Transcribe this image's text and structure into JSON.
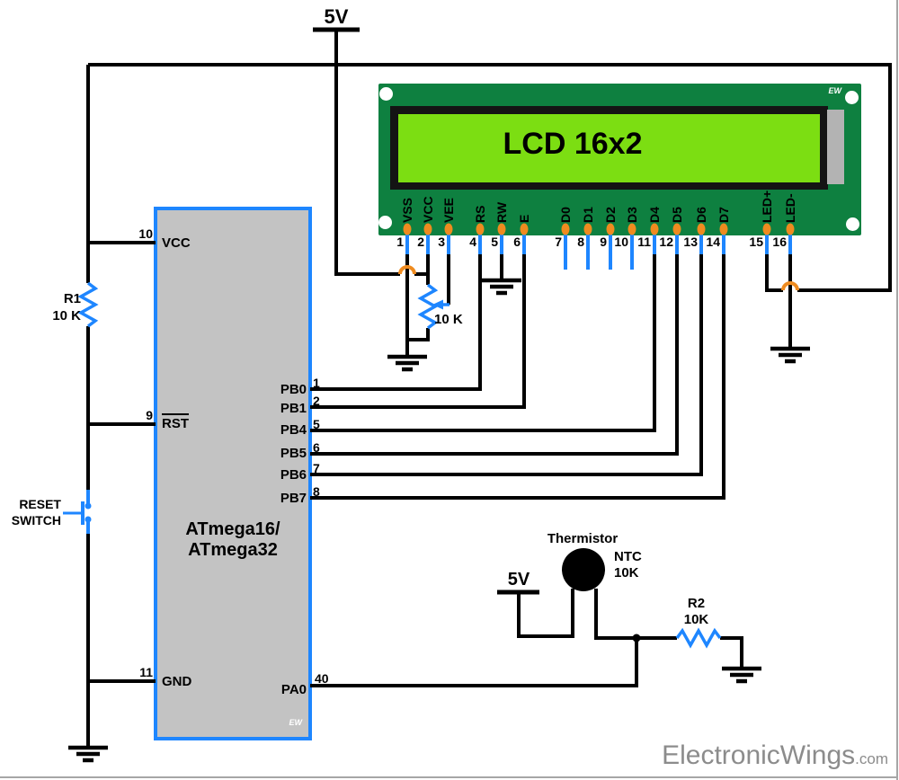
{
  "supply": {
    "main_5v": "5V",
    "thermistor_5v": "5V"
  },
  "lcd": {
    "title": "LCD 16x2",
    "brand": "EW",
    "pins": [
      {
        "num": "1",
        "name": "VSS"
      },
      {
        "num": "2",
        "name": "VCC"
      },
      {
        "num": "3",
        "name": "VEE"
      },
      {
        "num": "4",
        "name": "RS"
      },
      {
        "num": "5",
        "name": "RW"
      },
      {
        "num": "6",
        "name": "E"
      },
      {
        "num": "7",
        "name": "D0"
      },
      {
        "num": "8",
        "name": "D1"
      },
      {
        "num": "9",
        "name": "D2"
      },
      {
        "num": "10",
        "name": "D3"
      },
      {
        "num": "11",
        "name": "D4"
      },
      {
        "num": "12",
        "name": "D5"
      },
      {
        "num": "13",
        "name": "D6"
      },
      {
        "num": "14",
        "name": "D7"
      },
      {
        "num": "15",
        "name": "LED+"
      },
      {
        "num": "16",
        "name": "LED-"
      }
    ]
  },
  "mcu": {
    "name_line1": "ATmega16/",
    "name_line2": "ATmega32",
    "brand": "EW",
    "pin_vcc": {
      "num": "10",
      "name": "VCC"
    },
    "pin_rst": {
      "num": "9",
      "name": "RST"
    },
    "pin_gnd": {
      "num": "11",
      "name": "GND"
    },
    "pin_pa0": {
      "num": "40",
      "name": "PA0"
    },
    "right_pins": [
      {
        "num": "1",
        "name": "PB0"
      },
      {
        "num": "2",
        "name": "PB1"
      },
      {
        "num": "5",
        "name": "PB4"
      },
      {
        "num": "6",
        "name": "PB5"
      },
      {
        "num": "7",
        "name": "PB6"
      },
      {
        "num": "8",
        "name": "PB7"
      }
    ]
  },
  "components": {
    "r1": {
      "ref": "R1",
      "value": "10 K"
    },
    "pot": {
      "value": "10 K"
    },
    "r2": {
      "ref": "R2",
      "value": "10K"
    },
    "thermistor": {
      "label": "Thermistor",
      "type": "NTC",
      "value": "10K"
    },
    "reset_switch": {
      "label_line1": "RESET",
      "label_line2": "SWITCH"
    }
  },
  "watermark": {
    "brand": "ElectronicWings",
    "suffix": ".com"
  },
  "colors": {
    "wire": "#000000",
    "accent_blue": "#1E86FF",
    "accent_orange": "#EF8B1F",
    "pcb_green": "#0E8040",
    "screen_green": "#7CDE12",
    "chip_gray": "#C3C3C3",
    "watermark_gray": "#8C8C8C"
  }
}
